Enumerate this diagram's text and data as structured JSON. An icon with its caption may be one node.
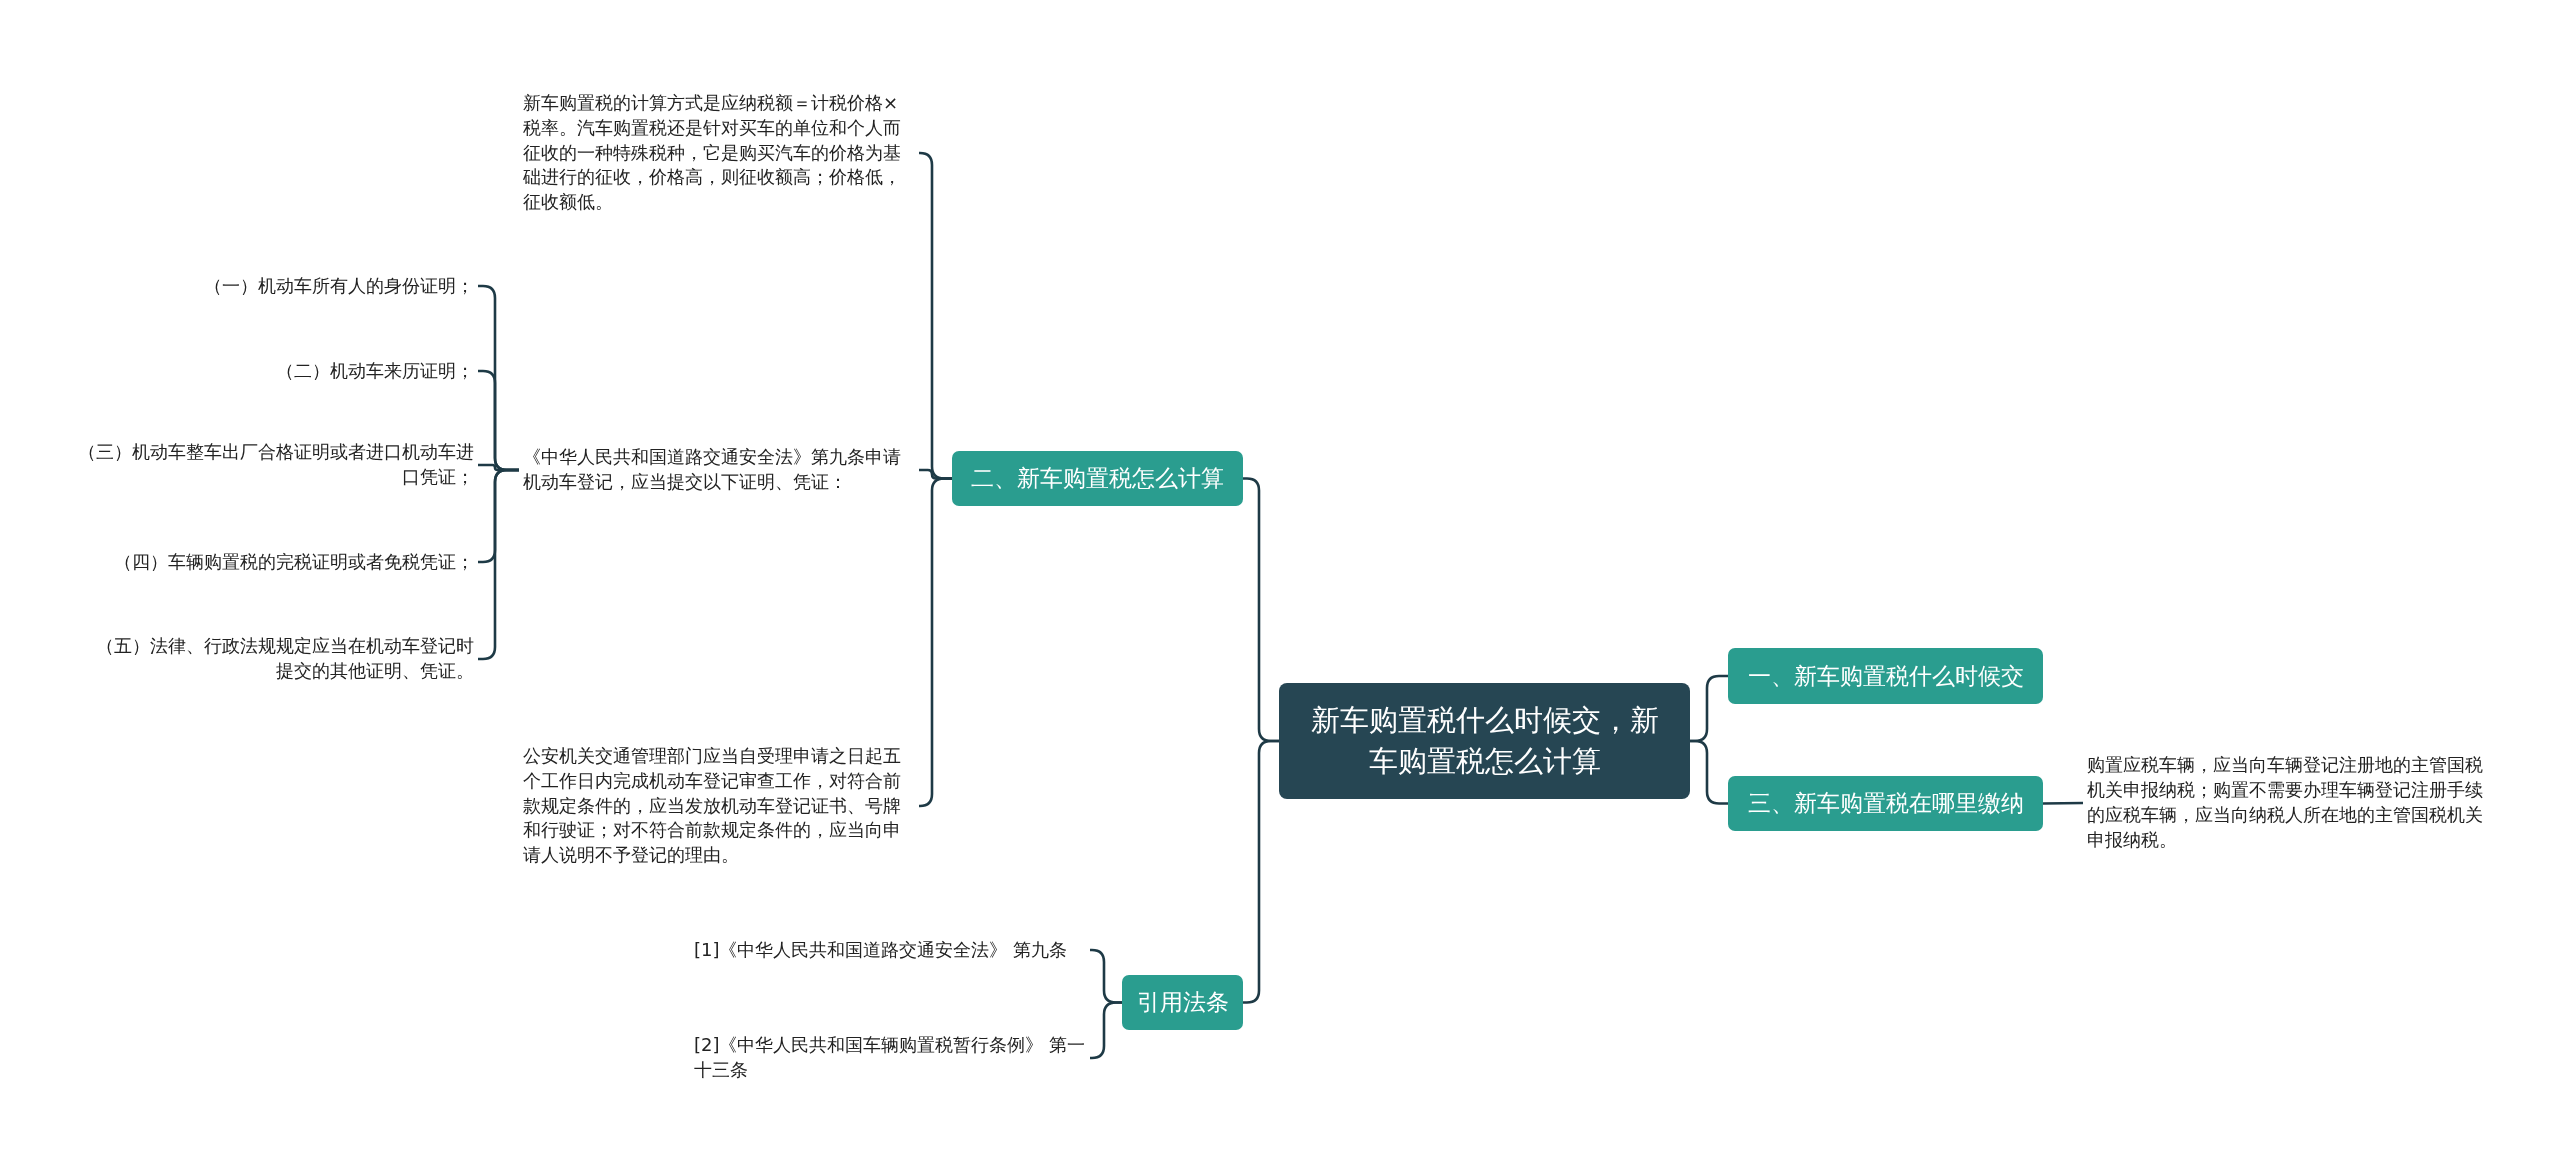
{
  "diagram": {
    "nodes": [
      {
        "text": [
          "新车购置税什么时候交，新车购置税怎么计算"
        ]
      },
      {
        "text": [
          "一、新车购置税什么时候交"
        ]
      },
      {
        "text": [
          "三、新车购置税在哪里缴纳"
        ]
      },
      {
        "text": [
          "购置应税车辆，应当向车辆登记注册地的主管国税机关申报纳税；购置不需要办理车辆登记注册手续的应税车辆，应当向纳税人所在地的主管国税机关申报纳税。"
        ]
      },
      {
        "text": [
          "二、新车购置税怎么计算"
        ]
      },
      {
        "text": [
          "新车购置税的计算方式是应纳税额＝计税价格×税率。汽车购置税还是针对买车的单位和个人而征收的一种特殊税种，它是购买汽车的价格为基础进行的征收，价格高，则征收额高；价格低，征收额低。"
        ]
      },
      {
        "text": [
          "《中华人民共和国道路交通安全法》第九条申请机动车登记，应当提交以下证明、凭证："
        ]
      },
      {
        "text": [
          "（一）机动车所有人的身份证明；"
        ]
      },
      {
        "text": [
          "（二）机动车来历证明；"
        ]
      },
      {
        "text": [
          "（三）机动车整车出厂合格证明或者进口机动车进口凭证；"
        ]
      },
      {
        "text": [
          "（四）车辆购置税的完税证明或者免税凭证；"
        ]
      },
      {
        "text": [
          "（五）法律、行政法规规定应当在机动车登记时提交的其他证明、凭证。"
        ]
      },
      {
        "text": [
          "公安机关交通管理部门应当自受理申请之日起五个工作日内完成机动车登记审查工作，对符合前款规定条件的，应当发放机动车登记证书、号牌和行驶证；对不符合前款规定条件的，应当向申请人说明不予登记的理由。"
        ]
      },
      {
        "text": [
          "引用法条"
        ]
      },
      {
        "text": [
          "[1]《中华人民共和国道路交通安全法》 第九条"
        ]
      },
      {
        "text": [
          "[2]《中华人民共和国车辆购置税暂行条例》 第一十三条"
        ]
      }
    ],
    "edges": [
      {
        "from": 0,
        "to": 1,
        "arrow": "none"
      },
      {
        "from": 0,
        "to": 2,
        "arrow": "none"
      },
      {
        "from": 2,
        "to": 3,
        "arrow": "none"
      },
      {
        "from": 0,
        "to": 4,
        "arrow": "none"
      },
      {
        "from": 4,
        "to": 5,
        "arrow": "none"
      },
      {
        "from": 4,
        "to": 6,
        "arrow": "none"
      },
      {
        "from": 6,
        "to": 7,
        "arrow": "none"
      },
      {
        "from": 6,
        "to": 8,
        "arrow": "none"
      },
      {
        "from": 6,
        "to": 9,
        "arrow": "none"
      },
      {
        "from": 6,
        "to": 10,
        "arrow": "none"
      },
      {
        "from": 6,
        "to": 11,
        "arrow": "none"
      },
      {
        "from": 4,
        "to": 12,
        "arrow": "none"
      },
      {
        "from": 0,
        "to": 13,
        "arrow": "none"
      },
      {
        "from": 13,
        "to": 14,
        "arrow": "none"
      },
      {
        "from": 13,
        "to": 15,
        "arrow": "none"
      }
    ]
  }
}
